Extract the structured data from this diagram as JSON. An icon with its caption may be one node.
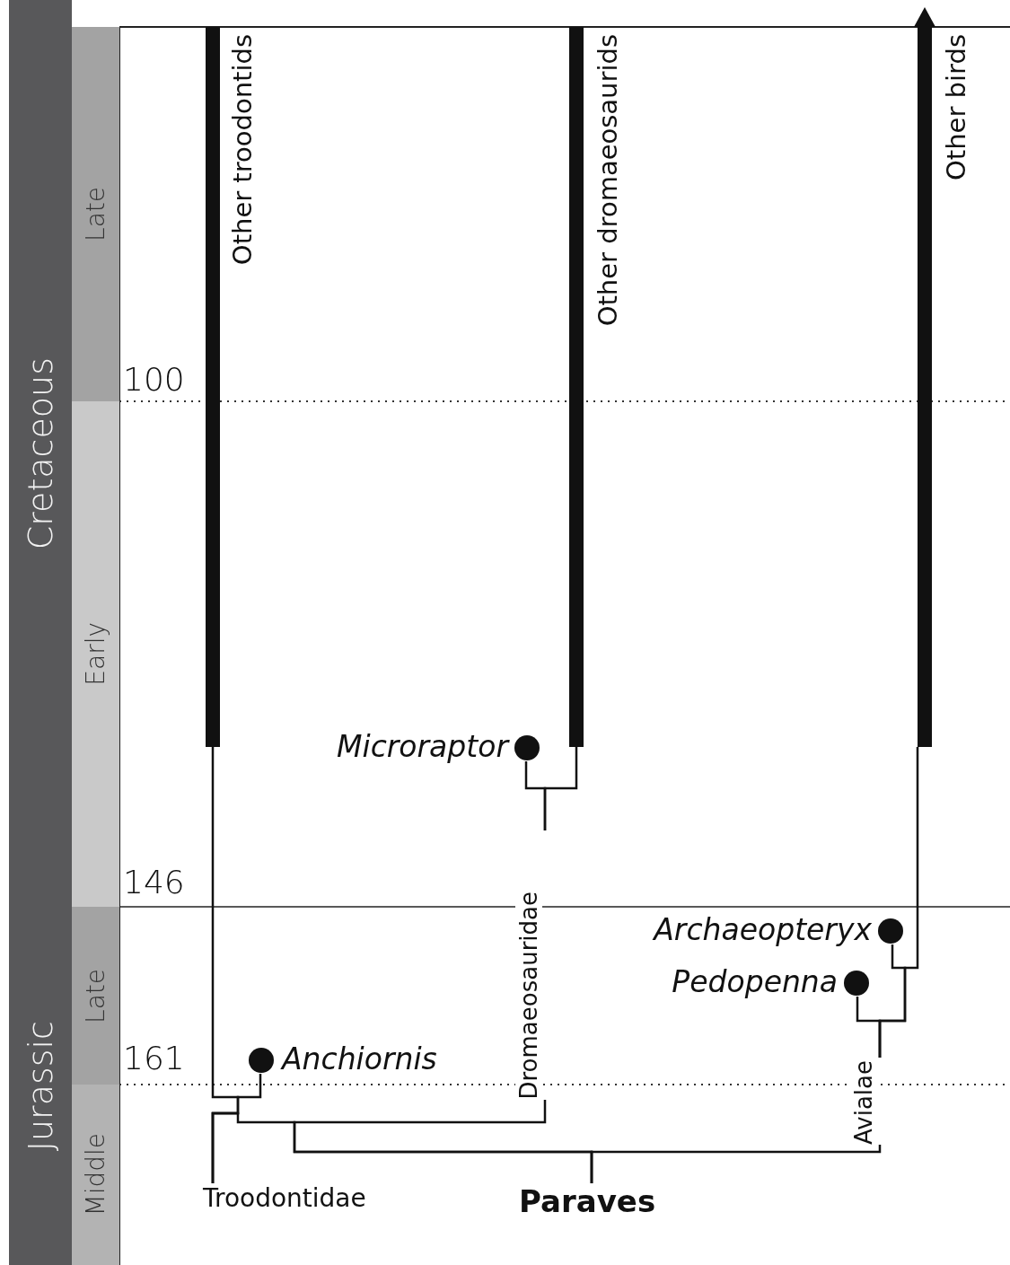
{
  "diagram": {
    "nodes": [
      {
        "text": [
          "Cretaceous"
        ]
      },
      {
        "text": [
          "Late"
        ]
      },
      {
        "text": [
          "Early"
        ]
      },
      {
        "text": [
          "Jurassic"
        ]
      },
      {
        "text": [
          "Late"
        ]
      },
      {
        "text": [
          "Middle"
        ]
      },
      {
        "text": [
          "Other troodontids"
        ]
      },
      {
        "text": [
          "Other dromaeosaurids"
        ]
      },
      {
        "text": [
          "Other birds"
        ]
      },
      {
        "text": [
          "Microraptor"
        ]
      },
      {
        "text": [
          "Archaeopteryx"
        ]
      },
      {
        "text": [
          "Pedopenna"
        ]
      },
      {
        "text": [
          "Anchiornis"
        ]
      },
      {
        "text": [
          "Dromaeosauridae"
        ]
      },
      {
        "text": [
          "Avialae"
        ]
      },
      {
        "text": [
          "Troodontidae"
        ]
      },
      {
        "text": [
          "Paraves"
        ]
      }
    ],
    "edges": [
      {
        "from": 16,
        "to": 15,
        "arrow": "none"
      },
      {
        "from": 16,
        "to": 13,
        "arrow": "none"
      },
      {
        "from": 16,
        "to": 14,
        "arrow": "none"
      },
      {
        "from": 15,
        "to": 12,
        "arrow": "none"
      },
      {
        "from": 15,
        "to": 6,
        "arrow": "none"
      },
      {
        "from": 13,
        "to": 9,
        "arrow": "none"
      },
      {
        "from": 13,
        "to": 7,
        "arrow": "none"
      },
      {
        "from": 14,
        "to": 11,
        "arrow": "none"
      },
      {
        "from": 14,
        "to": 10,
        "arrow": "none"
      },
      {
        "from": 14,
        "to": 8,
        "arrow": "none"
      }
    ],
    "labels": [
      "100",
      "146",
      "161"
    ]
  }
}
